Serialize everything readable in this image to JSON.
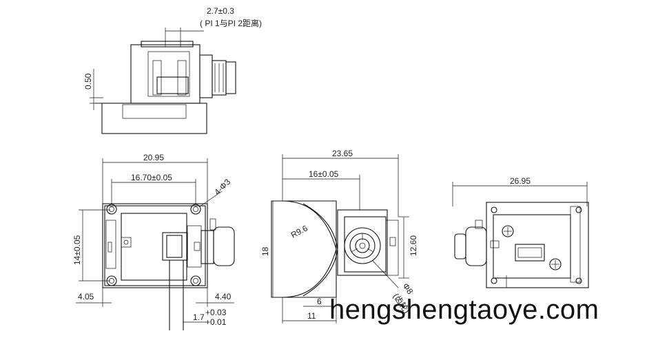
{
  "dimensions": {
    "top_pitch": "2.7±0.3",
    "top_note": "( PI 1与PI 2距离)",
    "top_height": "0.50",
    "front_width": "20.95",
    "front_inner": "16.70±0.05",
    "holes": "4-Φ3",
    "front_height": "14±0.05",
    "left_offset": "4.05",
    "right_offset": "4.40",
    "shaft_tol_value": "1.7",
    "shaft_tol_upper": "+0.03",
    "shaft_tol_lower": "+0.01",
    "side_width": "23.65",
    "side_inner": "16±0.05",
    "radius": "R9.6",
    "side_height": "18",
    "side_right_height": "12.60",
    "dim_6": "6",
    "dim_11": "11",
    "dim_phi8": "Φ8",
    "dim_note": "(齿轮)",
    "back_width": "26.95"
  },
  "watermark": "hengshengtaoye.com"
}
